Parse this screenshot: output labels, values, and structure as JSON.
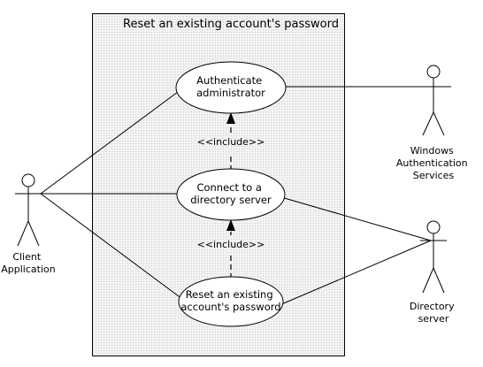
{
  "system": {
    "title": "Reset an existing account's password"
  },
  "use_cases": {
    "authenticate": [
      "Authenticate",
      "administrator"
    ],
    "connect": [
      "Connect to a",
      "directory server"
    ],
    "reset": [
      "Reset an existing",
      "account's password"
    ]
  },
  "actors": {
    "client": [
      "Client",
      "Application"
    ],
    "windows": [
      "Windows",
      "Authentication",
      "Services"
    ],
    "directory": [
      "Directory",
      "server"
    ]
  },
  "relations": {
    "include_upper": "<<include>>",
    "include_lower": "<<include>>"
  }
}
